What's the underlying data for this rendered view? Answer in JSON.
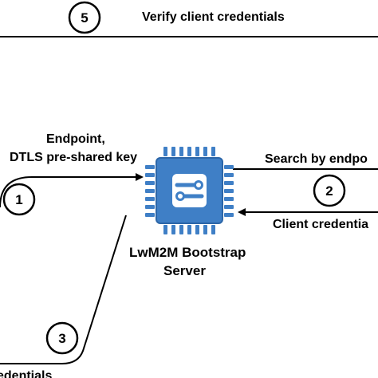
{
  "steps": {
    "s1": "1",
    "s2": "2",
    "s3": "3",
    "s5": "5"
  },
  "labels": {
    "verify": "Verify client credentials",
    "endpoint_line1": "Endpoint,",
    "endpoint_line2": "DTLS pre-shared key",
    "search": "Search by endpo",
    "client_creds": "Client credentia",
    "server_line1": "LwM2M Bootstrap",
    "server_line2": "Server",
    "bottom_partial": "edentials"
  },
  "icons": {
    "server": "chip-icon"
  },
  "colors": {
    "chip_body": "#3f7fc6",
    "chip_inner": "#1f5fa8",
    "chip_pins": "#3f7fc6",
    "stroke": "#000000"
  }
}
